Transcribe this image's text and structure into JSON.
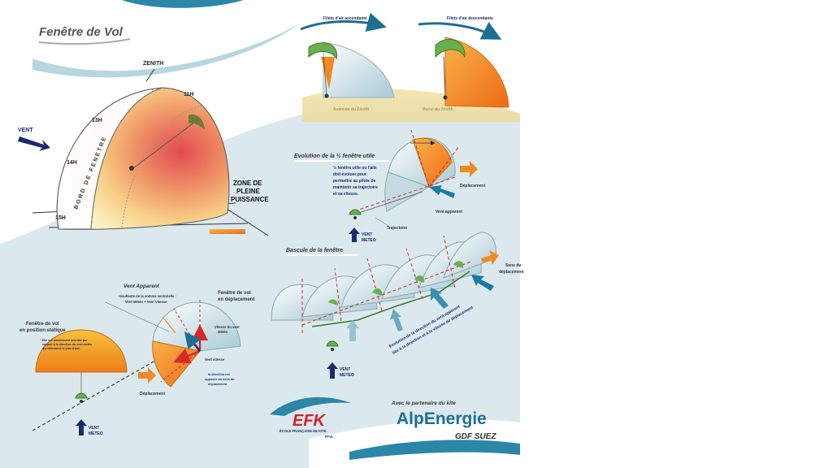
{
  "title": "Fenêtre de Vol",
  "dome": {
    "zenith": "ZENITH",
    "h11": "11H",
    "h13": "13H",
    "h14": "14H",
    "h15": "15H",
    "edge": "BORD DE FENETRE",
    "wind": "VENT",
    "power_zone": [
      "ZONE DE",
      "PLEINE",
      "PUISSANCE"
    ]
  },
  "thermals": {
    "ascending": "Filets d'air ascendants",
    "descending": "Filets d'air descendants",
    "advance": "Avancée du Zénith",
    "retreat": "Recul du Zénith"
  },
  "half_window": {
    "title": "Evolution de la ½ fenêtre utile",
    "text": [
      "½ fenêtre utile ou l'aile",
      "doit évoluer pour",
      "permettre au pilote de",
      "maintenir sa trajectoire",
      "et sa vitesse."
    ],
    "displacement": "Déplacement",
    "apparent_wind": "Vent apparent",
    "trajectory": "Trajectoire",
    "meteo_wind": [
      "VENT",
      "METEO"
    ]
  },
  "tilt": {
    "title": "Bascule de la fenêtre",
    "direction": [
      "Sens du",
      "déplacement"
    ],
    "caption": [
      "Evolution de la direction du vent apparent",
      "liée à la direction et à la vitesse de déplacement"
    ],
    "meteo_wind": [
      "VENT",
      "METEO"
    ]
  },
  "static_window": {
    "title": [
      "Fenêtre de vol",
      "en position statique"
    ],
    "note": [
      "Elle est directement orientée par",
      "rapport à la direction du vent météo",
      "qui détermine le plan d'axe."
    ],
    "displacement": "Déplacement",
    "meteo_wind": [
      "VENT",
      "METEO"
    ]
  },
  "apparent_window": {
    "title": "Vent Apparent",
    "subtitle": [
      "résultante de la somme vectorielle :",
      "Vent Météo + Vent Vitesse"
    ],
    "moving_window": [
      "Fenêtre de vol",
      "en déplacement"
    ],
    "speed_wind": "Vent vitesse",
    "wind_speed_label": [
      "Vitesse du vent",
      "Météo"
    ],
    "opposite_note": [
      "la direction est",
      "opposée au sens du",
      "déplacement"
    ]
  },
  "sponsor": {
    "partner": "Avec le partenaire du kite",
    "brand": "AlpEnergie",
    "group": "GDF SUEZ",
    "efk": "EFK",
    "efk_sub": "ÉCOLE FRANÇAISE DE KITE",
    "ffvl": "FFVL"
  },
  "colors": {
    "background_blue": "#dbe9ef",
    "accent_blue": "#1d7a9e",
    "orange": "#f08a24",
    "red_zone": "#e04a4a",
    "yellow_zone": "#fbe7a8",
    "navy_text": "#1a2a6e",
    "efk_red": "#d62027"
  }
}
